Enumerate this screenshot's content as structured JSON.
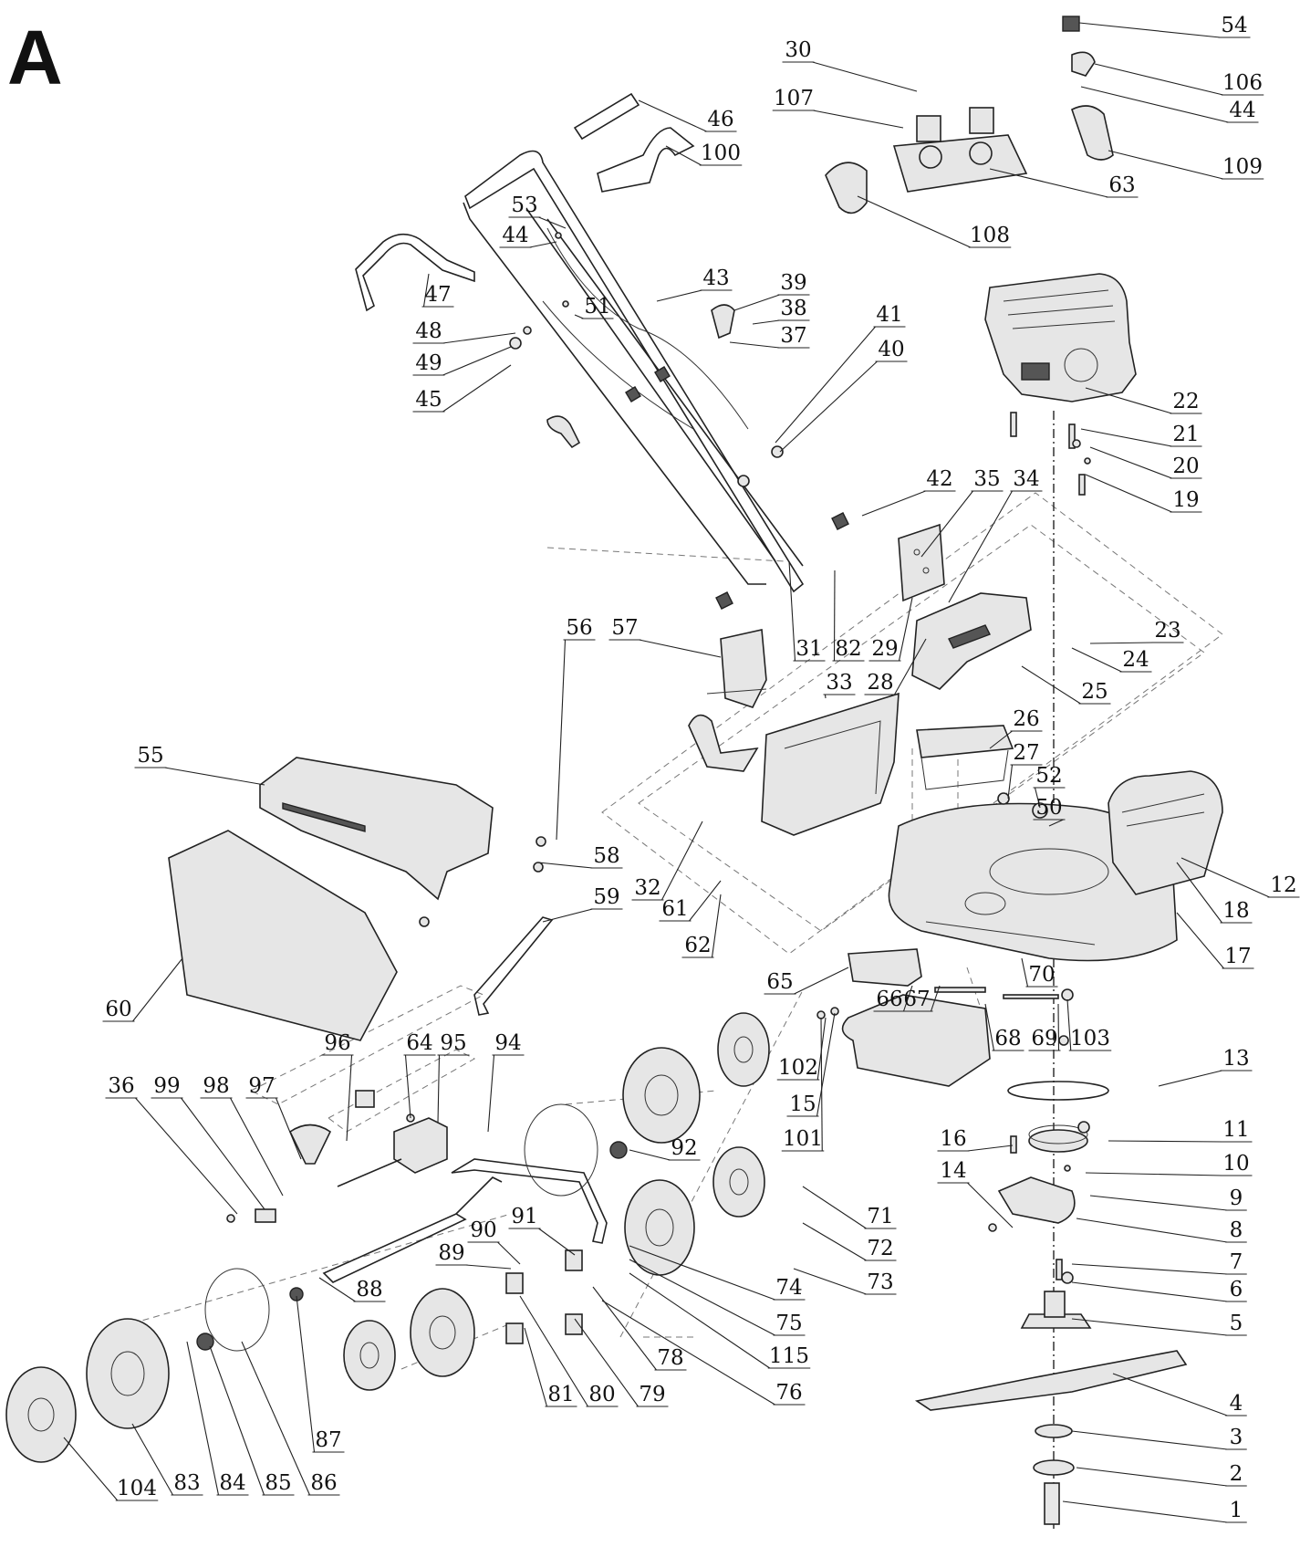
{
  "corner_label": "A",
  "labels": [
    {
      "n": "54"
    },
    {
      "n": "30"
    },
    {
      "n": "106"
    },
    {
      "n": "107"
    },
    {
      "n": "44"
    },
    {
      "n": "46"
    },
    {
      "n": "109"
    },
    {
      "n": "100"
    },
    {
      "n": "63"
    },
    {
      "n": "53"
    },
    {
      "n": "108"
    },
    {
      "n": "44"
    },
    {
      "n": "43"
    },
    {
      "n": "39"
    },
    {
      "n": "47"
    },
    {
      "n": "38"
    },
    {
      "n": "51"
    },
    {
      "n": "41"
    },
    {
      "n": "48"
    },
    {
      "n": "37"
    },
    {
      "n": "40"
    },
    {
      "n": "49"
    },
    {
      "n": "45"
    },
    {
      "n": "22"
    },
    {
      "n": "21"
    },
    {
      "n": "20"
    },
    {
      "n": "42"
    },
    {
      "n": "35"
    },
    {
      "n": "34"
    },
    {
      "n": "19"
    },
    {
      "n": "56"
    },
    {
      "n": "57"
    },
    {
      "n": "23"
    },
    {
      "n": "31"
    },
    {
      "n": "82"
    },
    {
      "n": "29"
    },
    {
      "n": "24"
    },
    {
      "n": "33"
    },
    {
      "n": "28"
    },
    {
      "n": "25"
    },
    {
      "n": "26"
    },
    {
      "n": "55"
    },
    {
      "n": "27"
    },
    {
      "n": "52"
    },
    {
      "n": "50"
    },
    {
      "n": "58"
    },
    {
      "n": "59"
    },
    {
      "n": "32"
    },
    {
      "n": "12"
    },
    {
      "n": "61"
    },
    {
      "n": "18"
    },
    {
      "n": "62"
    },
    {
      "n": "17"
    },
    {
      "n": "70"
    },
    {
      "n": "65"
    },
    {
      "n": "66"
    },
    {
      "n": "67"
    },
    {
      "n": "60"
    },
    {
      "n": "68"
    },
    {
      "n": "69"
    },
    {
      "n": "103"
    },
    {
      "n": "96"
    },
    {
      "n": "64"
    },
    {
      "n": "95"
    },
    {
      "n": "94"
    },
    {
      "n": "102"
    },
    {
      "n": "36"
    },
    {
      "n": "99"
    },
    {
      "n": "98"
    },
    {
      "n": "97"
    },
    {
      "n": "15"
    },
    {
      "n": "13"
    },
    {
      "n": "101"
    },
    {
      "n": "11"
    },
    {
      "n": "16"
    },
    {
      "n": "92"
    },
    {
      "n": "10"
    },
    {
      "n": "14"
    },
    {
      "n": "9"
    },
    {
      "n": "71"
    },
    {
      "n": "8"
    },
    {
      "n": "90"
    },
    {
      "n": "91"
    },
    {
      "n": "72"
    },
    {
      "n": "89"
    },
    {
      "n": "7"
    },
    {
      "n": "73"
    },
    {
      "n": "6"
    },
    {
      "n": "74"
    },
    {
      "n": "88"
    },
    {
      "n": "5"
    },
    {
      "n": "75"
    },
    {
      "n": "115"
    },
    {
      "n": "78"
    },
    {
      "n": "76"
    },
    {
      "n": "81"
    },
    {
      "n": "80"
    },
    {
      "n": "79"
    },
    {
      "n": "4"
    },
    {
      "n": "3"
    },
    {
      "n": "87"
    },
    {
      "n": "2"
    },
    {
      "n": "104"
    },
    {
      "n": "83"
    },
    {
      "n": "84"
    },
    {
      "n": "85"
    },
    {
      "n": "86"
    },
    {
      "n": "1"
    }
  ]
}
